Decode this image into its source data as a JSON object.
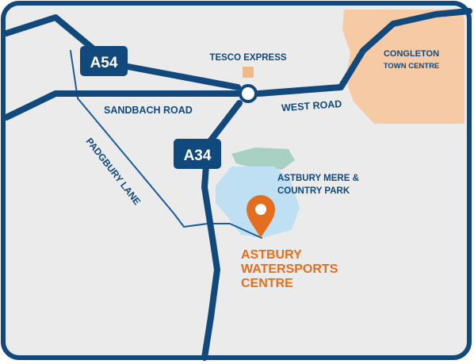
{
  "map": {
    "colors": {
      "background": "#ebebec",
      "frame": "#12497c",
      "road_major": "#12497c",
      "road_minor": "#1a5d95",
      "town_area": "#f5caa5",
      "water": "#bfe0f3",
      "park": "#a9d1c3",
      "roundabout": "#ffffff",
      "shield_text": "#ffffff",
      "label_dark": "#12497c",
      "accent": "#e36f1e",
      "tesco_marker": "#f1b98a"
    },
    "roads": {
      "a54": "A54",
      "a34": "A34",
      "sandbach_road": "SANDBACH ROAD",
      "west_road": "WEST ROAD",
      "padgbury_lane": "PADGBURY LANE"
    },
    "places": {
      "tesco": "TESCO EXPRESS",
      "congleton_line1": "CONGLETON",
      "congleton_line2": "TOWN CENTRE",
      "park_line1": "ASTBURY MERE &",
      "park_line2": "COUNTRY PARK"
    },
    "destination": {
      "line1": "ASTBURY",
      "line2": "WATERSPORTS",
      "line3": "CENTRE",
      "marker_icon": "location-pin-icon"
    }
  }
}
